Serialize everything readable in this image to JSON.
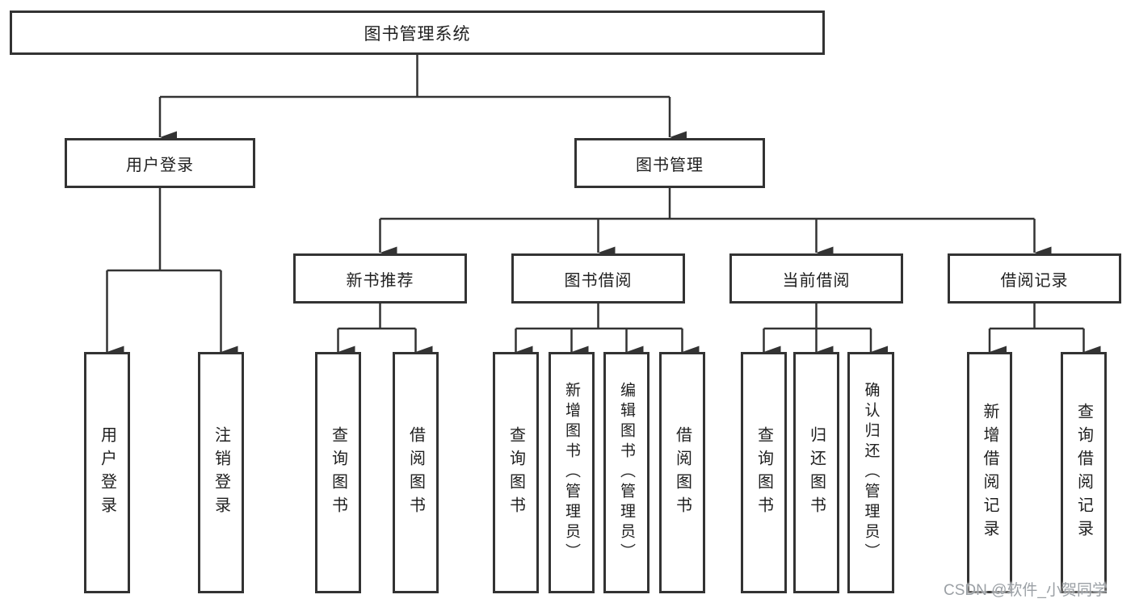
{
  "nodes": {
    "root": {
      "label": "图书管理系统"
    },
    "user_login": {
      "label": "用户登录"
    },
    "book_mgmt": {
      "label": "图书管理"
    },
    "new_book_rec": {
      "label": "新书推荐"
    },
    "book_borrow": {
      "label": "图书借阅"
    },
    "current_borrow": {
      "label": "当前借阅"
    },
    "borrow_record": {
      "label": "借阅记录"
    },
    "leaves": [
      {
        "label": "用户登录"
      },
      {
        "label": "注销登录"
      },
      {
        "label": "查询图书"
      },
      {
        "label": "借阅图书"
      },
      {
        "label": "查询图书"
      },
      {
        "label": "新增图书（管理员）"
      },
      {
        "label": "编辑图书（管理员）"
      },
      {
        "label": "借阅图书"
      },
      {
        "label": "查询图书"
      },
      {
        "label": "归还图书"
      },
      {
        "label": "确认归还（管理员）"
      },
      {
        "label": "新增借阅记录"
      },
      {
        "label": "查询借阅记录"
      }
    ]
  },
  "watermark": "CSDN @软件_小贺同学",
  "colors": {
    "line": "#333333",
    "box_border": "#333333",
    "text": "#1f1f1f",
    "background": "#ffffff",
    "watermark": "#969ba0"
  }
}
